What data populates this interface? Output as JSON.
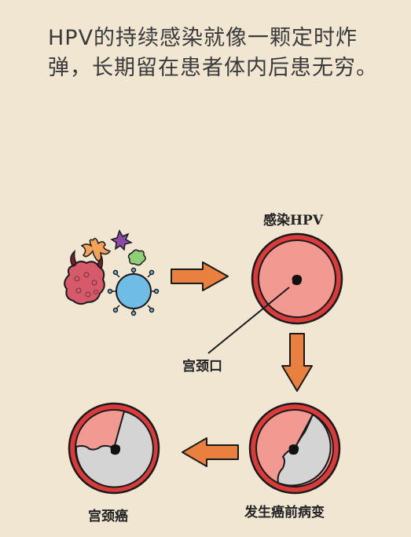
{
  "caption": "HPV的持续感染就像一颗定时炸弹，长期留在患者体内后患无穷。",
  "labels": {
    "infect": "感染HPV",
    "cervix": "宫颈口",
    "precancer": "发生癌前病变",
    "cancer": "宫颈癌"
  },
  "colors": {
    "background": "#f0e6d2",
    "outline": "#1a1a1a",
    "ring_red": "#d93b3b",
    "healthy_pink": "#f29a92",
    "lesion_gray": "#d4d4d4",
    "arrow_orange": "#e98040",
    "virus_blue": "#6fbde6",
    "virus_red": "#d65a6a",
    "virus_purple": "#8b4aa8",
    "virus_orange": "#f3a25a",
    "virus_green": "#8fcf78"
  }
}
